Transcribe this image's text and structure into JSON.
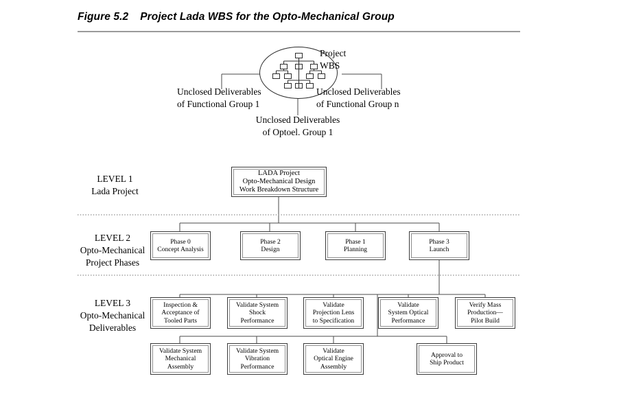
{
  "figure": {
    "number": "Figure 5.2",
    "title": "Project Lada WBS for the Opto-Mechanical Group"
  },
  "top_diagram": {
    "callout_right": {
      "line1": "Project",
      "line2": "WBS"
    },
    "callout_left": {
      "line1": "Unclosed Deliverables",
      "line2": "of Functional Group 1"
    },
    "callout_far_right": {
      "line1": "Unclosed Deliverables",
      "line2": "of Functional Group n"
    },
    "callout_bottom": {
      "line1": "Unclosed Deliverables",
      "line2": "of Optoel. Group 1"
    }
  },
  "levels": [
    {
      "id": "level-1",
      "line1": "LEVEL 1",
      "line2": "Lada Project",
      "line3": ""
    },
    {
      "id": "level-2",
      "line1": "LEVEL 2",
      "line2": "Opto-Mechanical",
      "line3": "Project Phases"
    },
    {
      "id": "level-3",
      "line1": "LEVEL 3",
      "line2": "Opto-Mechanical",
      "line3": "Deliverables"
    }
  ],
  "level1_nodes": [
    {
      "line1": "LADA Project",
      "line2": "Opto-Mechanical Design",
      "line3": "Work Breakdown Structure"
    }
  ],
  "level2_nodes": [
    {
      "line1": "Phase 0",
      "line2": "Concept Analysis"
    },
    {
      "line1": "Phase 2",
      "line2": "Design"
    },
    {
      "line1": "Phase 1",
      "line2": "Planning"
    },
    {
      "line1": "Phase 3",
      "line2": "Launch"
    }
  ],
  "level3_nodes_row1": [
    {
      "line1": "Inspection &",
      "line2": "Acceptance of",
      "line3": "Tooled Parts"
    },
    {
      "line1": "Validate System",
      "line2": "Shock",
      "line3": "Performance"
    },
    {
      "line1": "Validate",
      "line2": "Projection Lens",
      "line3": "to Specification"
    },
    {
      "line1": "Validate",
      "line2": "System Optical",
      "line3": "Performance"
    },
    {
      "line1": "Verify Mass",
      "line2": "Production—",
      "line3": "Pilot Build"
    }
  ],
  "level3_nodes_row2": [
    {
      "line1": "Validate System",
      "line2": "Mechanical",
      "line3": "Assembly"
    },
    {
      "line1": "Validate System",
      "line2": "Vibration",
      "line3": "Performance"
    },
    {
      "line1": "Validate",
      "line2": "Optical Engine",
      "line3": "Assembly"
    },
    {
      "line1": "Approval to",
      "line2": "Ship Product",
      "line3": ""
    }
  ],
  "colors": {
    "rule": "#9a9a9a",
    "box_outer_border": "#3a3a3a",
    "box_inner_border": "#8e8e8e",
    "connector": "#4a4a4a",
    "dotted_divider": "#9b9b9b",
    "text": "#000000"
  }
}
